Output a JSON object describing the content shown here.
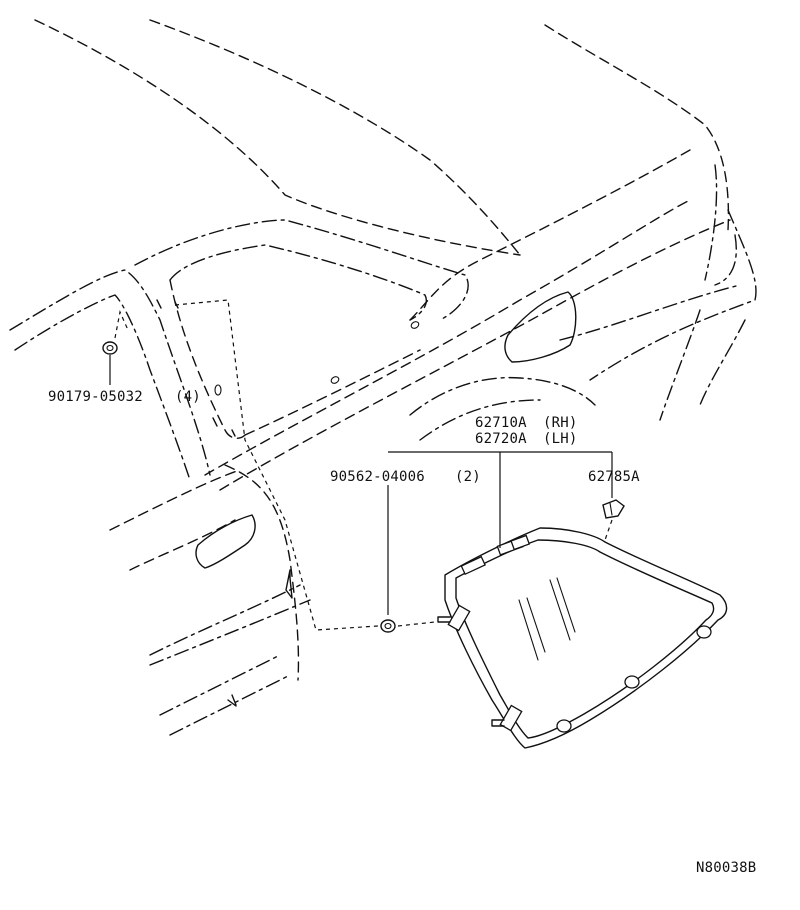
{
  "diagram": {
    "drawing_code": "N80038B",
    "parts": [
      {
        "id": "nut",
        "number": "90179-05032",
        "qty": "(4)"
      },
      {
        "id": "glass-rh",
        "number": "62710A",
        "side": "(RH)"
      },
      {
        "id": "glass-lh",
        "number": "62720A",
        "side": "(LH)"
      },
      {
        "id": "clip",
        "number": "90562-04006",
        "qty": "(2)"
      },
      {
        "id": "retainer",
        "number": "62785A",
        "qty": ""
      }
    ]
  }
}
